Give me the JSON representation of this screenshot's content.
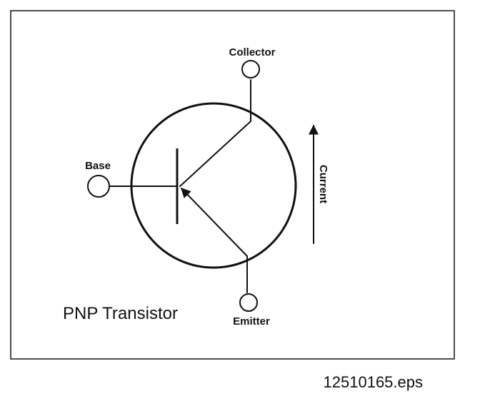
{
  "labels": {
    "collector": "Collector",
    "base": "Base",
    "emitter": "Emitter",
    "current": "Current"
  },
  "title": "PNP Transistor",
  "filename": "12510165.eps"
}
